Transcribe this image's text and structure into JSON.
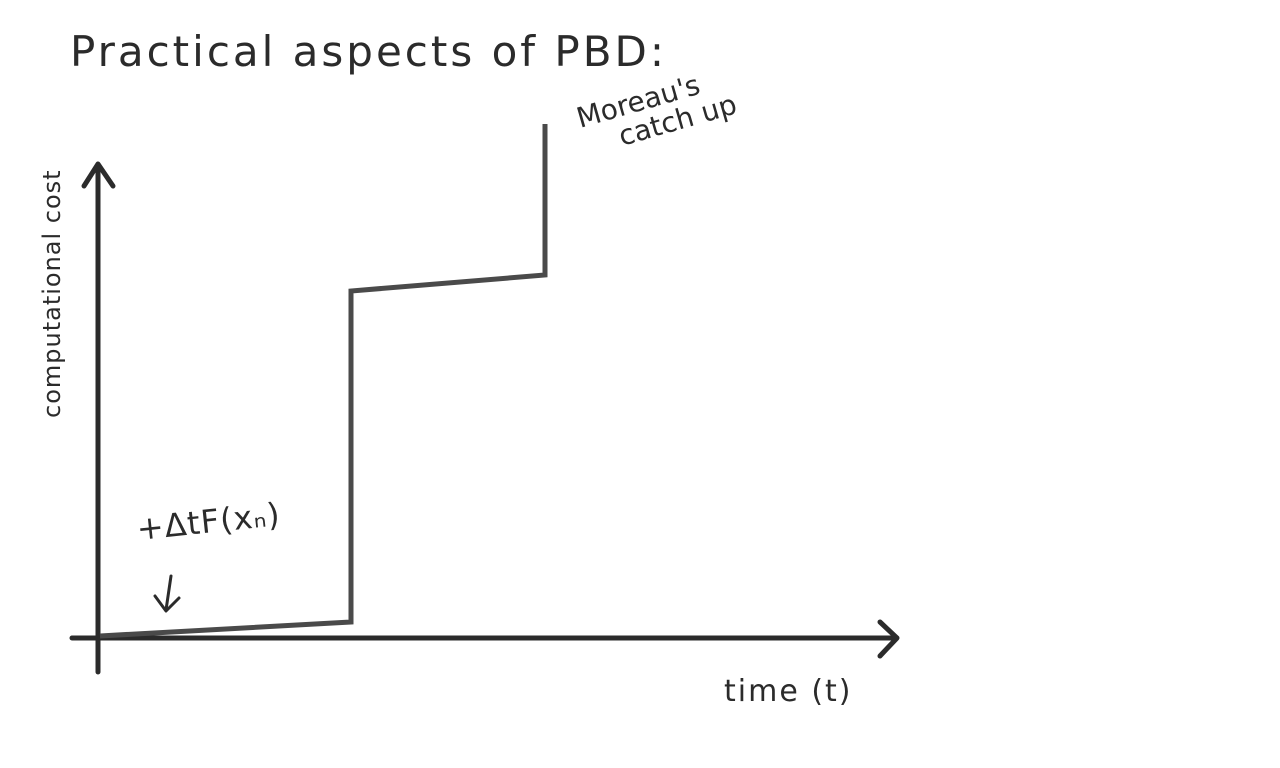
{
  "title": "Practical aspects of PBD:",
  "y_axis_label": "computational cost",
  "x_axis_label": "time (t)",
  "annotation_low": "+ΔtF(xₙ)",
  "annotation_high_line1": "Moreau's",
  "annotation_high_line2": "catch up",
  "colors": {
    "ink": "#2b2b2b",
    "curve": "#4a4a4a",
    "background": "#ffffff"
  }
}
